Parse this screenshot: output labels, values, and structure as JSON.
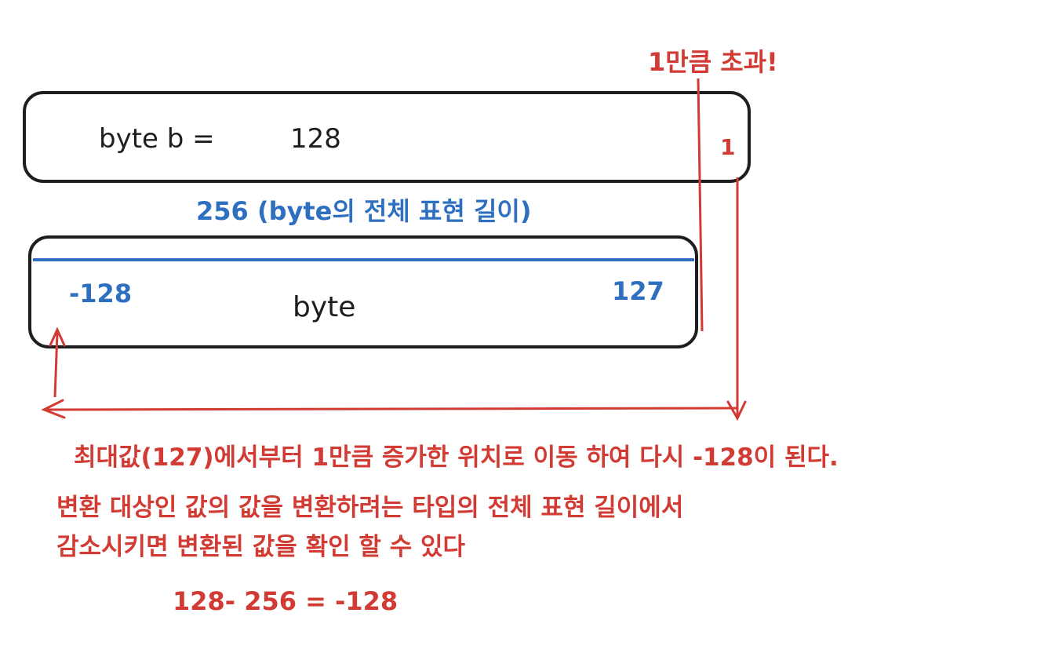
{
  "box_top": {
    "label": "byte b =",
    "value": "128",
    "overflow_value": "1"
  },
  "overflow_note": "1만큼 초과!",
  "range_label": "256 (byte의 전체 표현 길이)",
  "box_bottom": {
    "min": "-128",
    "max": "127",
    "label": "byte"
  },
  "explanation": {
    "line1": "최대값(127)에서부터 1만큼 증가한 위치로 이동 하여 다시 -128이 된다.",
    "line2": "변환 대상인 값의 값을 변환하려는 타입의 전체 표현 길이에서",
    "line3": "감소시키면 변환된 값을 확인 할 수 있다",
    "formula": "128- 256 = -128"
  },
  "colors": {
    "red": "#d13b33",
    "blue": "#2f6fc0",
    "stroke": "#1e1e1e"
  }
}
